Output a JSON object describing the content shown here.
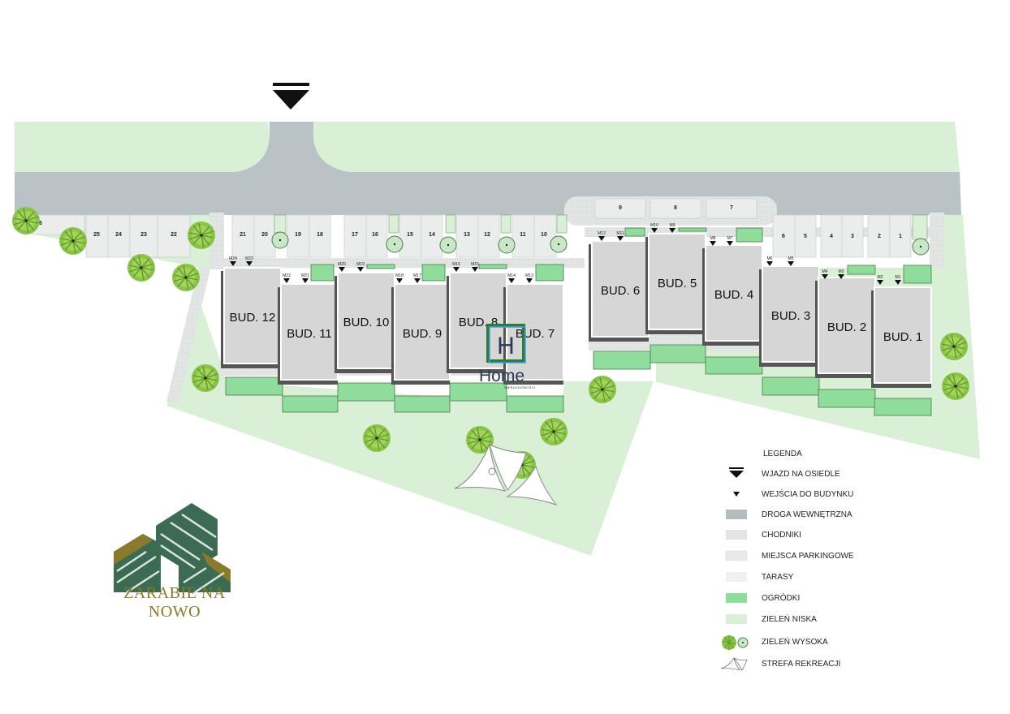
{
  "buildings": [
    {
      "label": "BUD. 12"
    },
    {
      "label": "BUD. 11"
    },
    {
      "label": "BUD. 10"
    },
    {
      "label": "BUD. 9"
    },
    {
      "label": "BUD. 8"
    },
    {
      "label": "BUD. 7"
    },
    {
      "label": "BUD. 6"
    },
    {
      "label": "BUD. 5"
    },
    {
      "label": "BUD. 4"
    },
    {
      "label": "BUD. 3"
    },
    {
      "label": "BUD. 2"
    },
    {
      "label": "BUD. 1"
    }
  ],
  "parking": [
    "26",
    "25",
    "24",
    "23",
    "22",
    "21",
    "20",
    "19",
    "18",
    "17",
    "16",
    "15",
    "14",
    "13",
    "12",
    "11",
    "10",
    "9",
    "8",
    "7",
    "6",
    "5",
    "4",
    "3",
    "2",
    "1"
  ],
  "entrances": [
    "M24",
    "M23",
    "M22",
    "M21",
    "M20",
    "M19",
    "M18",
    "M17",
    "M16",
    "M15",
    "M14",
    "M13",
    "M12",
    "M11",
    "M10",
    "M9",
    "M8",
    "M7",
    "M6",
    "M5",
    "M4",
    "M3",
    "M2",
    "M1"
  ],
  "watermark": {
    "home": "Home",
    "sub": "NIERUCHOMOŚCI",
    "letter": "H"
  },
  "logo": {
    "text": "ZARABIE NA NOWO"
  },
  "legend": {
    "title": "LEGENDA",
    "items": [
      {
        "key": "entry",
        "label": "WJAZD NA OSIEDLE"
      },
      {
        "key": "door",
        "label": "WEJŚCIA DO BUDYNKU"
      },
      {
        "key": "road",
        "label": "DROGA WEWNĘTRZNA"
      },
      {
        "key": "sidewalk",
        "label": "CHODNIKI"
      },
      {
        "key": "parking",
        "label": "MIEJSCA PARKINGOWE"
      },
      {
        "key": "terrace",
        "label": "TARASY"
      },
      {
        "key": "garden",
        "label": "OGRÓDKI"
      },
      {
        "key": "lowgreen",
        "label": "ZIELEŃ NISKA"
      },
      {
        "key": "highgreen",
        "label": "ZIELEŃ WYSOKA"
      },
      {
        "key": "recreation",
        "label": "STREFA REKREACJI"
      }
    ]
  },
  "colors": {
    "road": "#b9c3c5",
    "lowgreen": "#d9efd6",
    "garden": "#8fdc9c",
    "building": "#d6d6d6",
    "building_outline": "#555555",
    "sidewalk": "#e3e6e5",
    "parking": "#eceeed",
    "tree": "#7cc14a",
    "logo_green": "#3c6a52",
    "logo_gold": "#8a7a2e"
  }
}
